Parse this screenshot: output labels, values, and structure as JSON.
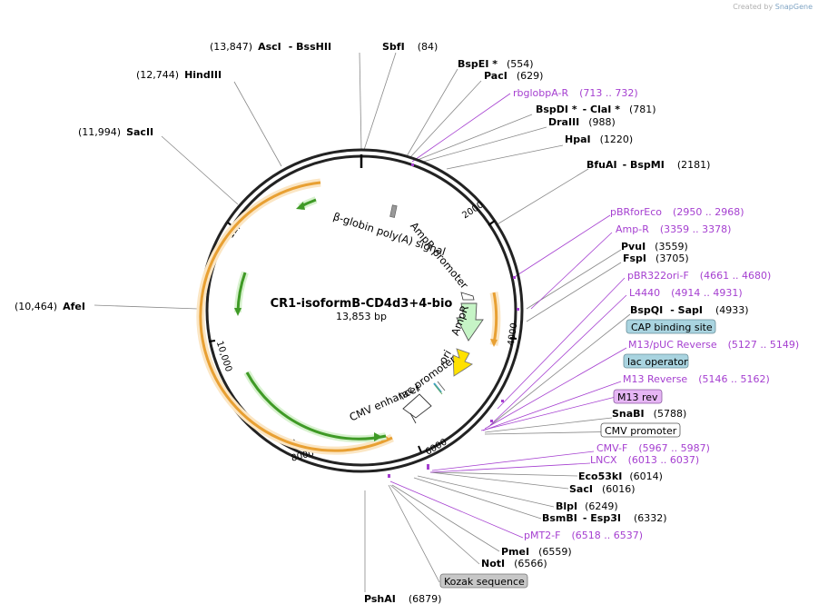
{
  "credit": {
    "prefix": "Created by",
    "brand": "SnapGene"
  },
  "plasmid": {
    "name": "CR1-isoformB-CD4d3+4-bio",
    "length": "13,853 bp"
  },
  "ticks": [
    "2000",
    "4000",
    "6000",
    "8000",
    "10,000",
    "12,000"
  ],
  "features": {
    "polyA": "β-globin poly(A) signal",
    "amp_promoter": "AmpR promoter",
    "ampr": "AmpR",
    "ori": "ori",
    "lac_promoter": "lac promoter",
    "cmv_enhancer": "CMV enhancer"
  },
  "sites": [
    {
      "key": "ascI",
      "pos": "(13,847)",
      "name": "AscI",
      "extra": "- BssHII"
    },
    {
      "key": "sbfI",
      "pos": "(84)",
      "name": "SbfI"
    },
    {
      "key": "hindIII",
      "pos": "(12,744)",
      "name": "HindIII"
    },
    {
      "key": "bspEI",
      "name": "BspEI *",
      "pos": "(554)"
    },
    {
      "key": "pacI",
      "name": "PacI",
      "pos": "(629)"
    },
    {
      "key": "bspDI",
      "name": "BspDI *",
      "extra": "- ClaI *",
      "pos": "(781)"
    },
    {
      "key": "draIII",
      "name": "DraIII",
      "pos": "(988)"
    },
    {
      "key": "hpaI",
      "name": "HpaI",
      "pos": "(1220)"
    },
    {
      "key": "sacII",
      "pos": "(11,994)",
      "name": "SacII"
    },
    {
      "key": "bfuAI",
      "name": "BfuAI",
      "extra": "- BspMI",
      "pos": "(2181)"
    },
    {
      "key": "pvuI",
      "name": "PvuI",
      "pos": "(3559)"
    },
    {
      "key": "fspI",
      "name": "FspI",
      "pos": "(3705)"
    },
    {
      "key": "afeI",
      "pos": "(10,464)",
      "name": "AfeI"
    },
    {
      "key": "bspQI",
      "name": "BspQI",
      "extra": "- SapI",
      "pos": "(4933)"
    },
    {
      "key": "snaBI",
      "name": "SnaBI",
      "pos": "(5788)"
    },
    {
      "key": "eco53kI",
      "name": "Eco53kI",
      "pos": "(6014)"
    },
    {
      "key": "sacI",
      "name": "SacI",
      "pos": "(6016)"
    },
    {
      "key": "blpI",
      "name": "BlpI",
      "pos": "(6249)"
    },
    {
      "key": "bsmBI",
      "name": "BsmBI",
      "extra": "- Esp3I",
      "pos": "(6332)"
    },
    {
      "key": "pmeI",
      "name": "PmeI",
      "pos": "(6559)"
    },
    {
      "key": "notI",
      "name": "NotI",
      "pos": "(6566)"
    },
    {
      "key": "pshAI",
      "name": "PshAI",
      "pos": "(6879)"
    }
  ],
  "primers": [
    {
      "key": "rbglob",
      "name": "rbglobpA-R",
      "pos": "(713 .. 732)"
    },
    {
      "key": "pbrfor",
      "name": "pBRforEco",
      "pos": "(2950 .. 2968)"
    },
    {
      "key": "ampr",
      "name": "Amp-R",
      "pos": "(3359 .. 3378)"
    },
    {
      "key": "pbr322",
      "name": "pBR322ori-F",
      "pos": "(4661 .. 4680)"
    },
    {
      "key": "l4440",
      "name": "L4440",
      "pos": "(4914 .. 4931)"
    },
    {
      "key": "m13puc",
      "name": "M13/pUC Reverse",
      "pos": "(5127 .. 5149)"
    },
    {
      "key": "m13rev",
      "name": "M13 Reverse",
      "pos": "(5146 .. 5162)"
    },
    {
      "key": "cmvf",
      "name": "CMV-F",
      "pos": "(5967 .. 5987)"
    },
    {
      "key": "lncx",
      "name": "LNCX",
      "pos": "(6013 .. 6037)"
    },
    {
      "key": "pmt2",
      "name": "pMT2-F",
      "pos": "(6518 .. 6537)"
    }
  ],
  "boxed": {
    "cap": "CAP binding site",
    "lacop": "lac operator",
    "m13rev": "M13 rev",
    "cmvprom": "CMV promoter",
    "kozak": "Kozak sequence"
  },
  "colors": {
    "primer": "#a53fd0",
    "orange_feature": "#e8a033",
    "green_feature": "#3f9a26",
    "ampr_fill": "#c6f4c6",
    "ori_fill": "#ffe100",
    "cap_box": "#a9d4e0",
    "m13_box": "#e6b6f5",
    "kozak_box": "#c7c7c7"
  }
}
